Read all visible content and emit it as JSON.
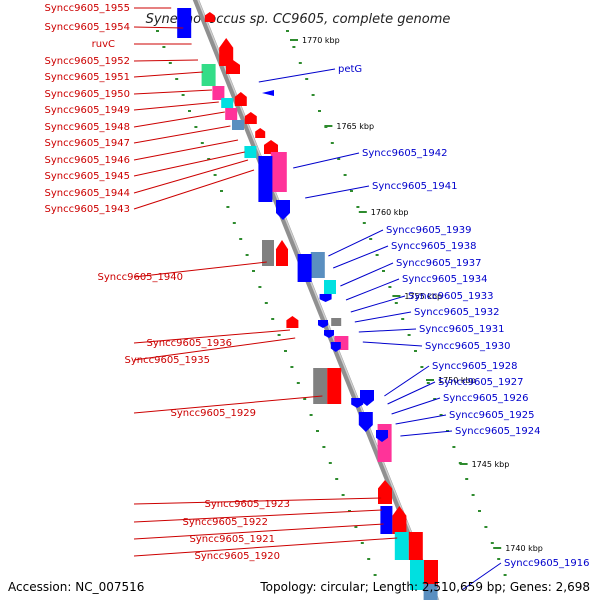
{
  "title": "Synechococcus sp. CC9605, complete genome",
  "accession_text": "Accession: NC_007516",
  "topology_text": "Topology: circular; Length: 2,510,659 bp; Genes: 2,698",
  "colors": {
    "backbone": "#909090",
    "tick": "#2e8b2e",
    "red": "#ff0000",
    "blue": "#0000ff",
    "cyan": "#00e0e0",
    "pink": "#ff3399",
    "gray": "#808080",
    "steel": "#5a8fc0",
    "green": "#33dd88",
    "label_red": "#cc0000",
    "label_blue": "#0000cc"
  },
  "scale_ticks": [
    {
      "label": "1770 kbp"
    },
    {
      "label": "1765 kbp"
    },
    {
      "label": "1760 kbp"
    },
    {
      "label": "1755 kbp"
    },
    {
      "label": "1750 kbp"
    },
    {
      "label": "1745 kbp"
    },
    {
      "label": "1740 kbp"
    }
  ],
  "left_labels": [
    "Syncc9605_1955",
    "Syncc9605_1954",
    "ruvC",
    "Syncc9605_1952",
    "Syncc9605_1951",
    "Syncc9605_1950",
    "Syncc9605_1949",
    "Syncc9605_1948",
    "Syncc9605_1947",
    "Syncc9605_1946",
    "Syncc9605_1945",
    "Syncc9605_1944",
    "Syncc9605_1943",
    "Syncc9605_1940",
    "Syncc9605_1936",
    "Syncc9605_1935",
    "Syncc9605_1929",
    "Syncc9605_1923",
    "Syncc9605_1922",
    "Syncc9605_1921",
    "Syncc9605_1920"
  ],
  "right_labels": [
    "petG",
    "Syncc9605_1942",
    "Syncc9605_1941",
    "Syncc9605_1939",
    "Syncc9605_1938",
    "Syncc9605_1937",
    "Syncc9605_1934",
    "Syncc9605_1933",
    "Syncc9605_1932",
    "Syncc9605_1931",
    "Syncc9605_1930",
    "Syncc9605_1928",
    "Syncc9605_1927",
    "Syncc9605_1926",
    "Syncc9605_1925",
    "Syncc9605_1924",
    "Syncc9605_1916"
  ]
}
